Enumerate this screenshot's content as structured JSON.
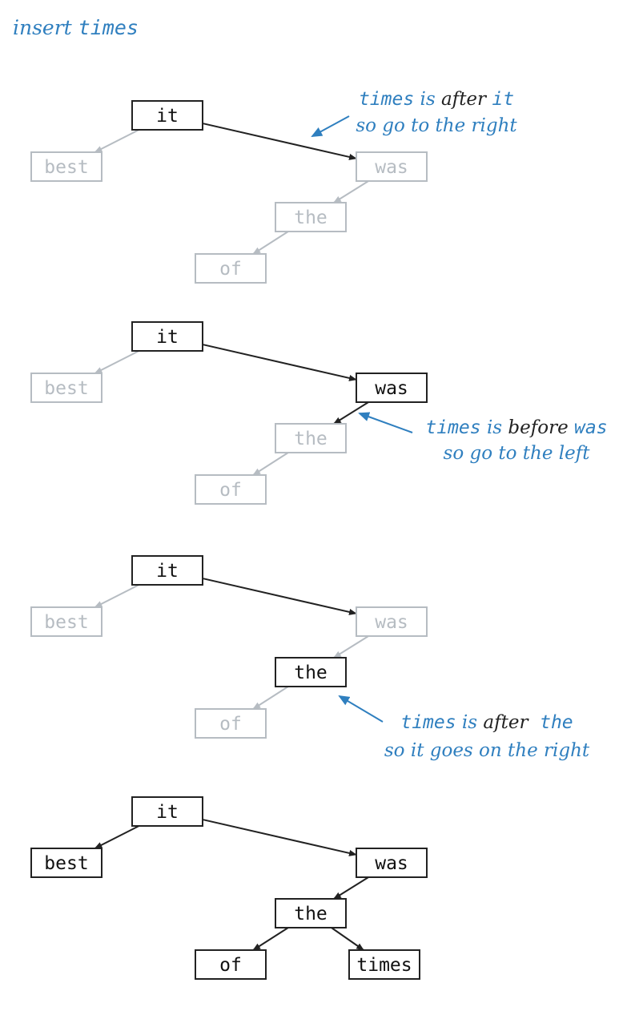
{
  "title": {
    "prefix": "insert ",
    "key": "times"
  },
  "colors": {
    "accent": "#2f7fbf",
    "active": "#222222",
    "faded": "#b6bcc2"
  },
  "steps": [
    {
      "nodes": [
        {
          "id": "it",
          "label": "it",
          "active": true
        },
        {
          "id": "best",
          "label": "best",
          "active": false
        },
        {
          "id": "was",
          "label": "was",
          "active": false
        },
        {
          "id": "the",
          "label": "the",
          "active": false
        },
        {
          "id": "of",
          "label": "of",
          "active": false
        }
      ],
      "edges": [
        {
          "from": "it",
          "to": "best",
          "active": false
        },
        {
          "from": "it",
          "to": "was",
          "active": true
        },
        {
          "from": "was",
          "to": "the",
          "active": false
        },
        {
          "from": "the",
          "to": "of",
          "active": false
        }
      ],
      "annotation": {
        "line1": [
          {
            "text": "times",
            "style": "code"
          },
          {
            "text": " is ",
            "style": "blue"
          },
          {
            "text": "after ",
            "style": "black"
          },
          {
            "text": "it",
            "style": "code"
          }
        ],
        "line2": [
          {
            "text": "so go to the right",
            "style": "blue"
          }
        ]
      }
    },
    {
      "nodes": [
        {
          "id": "it",
          "label": "it",
          "active": true
        },
        {
          "id": "best",
          "label": "best",
          "active": false
        },
        {
          "id": "was",
          "label": "was",
          "active": true
        },
        {
          "id": "the",
          "label": "the",
          "active": false
        },
        {
          "id": "of",
          "label": "of",
          "active": false
        }
      ],
      "edges": [
        {
          "from": "it",
          "to": "best",
          "active": false
        },
        {
          "from": "it",
          "to": "was",
          "active": true
        },
        {
          "from": "was",
          "to": "the",
          "active": true
        },
        {
          "from": "the",
          "to": "of",
          "active": false
        }
      ],
      "annotation": {
        "line1": [
          {
            "text": "times",
            "style": "code"
          },
          {
            "text": " is ",
            "style": "blue"
          },
          {
            "text": "before ",
            "style": "black"
          },
          {
            "text": "was",
            "style": "code"
          }
        ],
        "line2": [
          {
            "text": "so go to the left",
            "style": "blue"
          }
        ]
      }
    },
    {
      "nodes": [
        {
          "id": "it",
          "label": "it",
          "active": true
        },
        {
          "id": "best",
          "label": "best",
          "active": false
        },
        {
          "id": "was",
          "label": "was",
          "active": false
        },
        {
          "id": "the",
          "label": "the",
          "active": true
        },
        {
          "id": "of",
          "label": "of",
          "active": false
        }
      ],
      "edges": [
        {
          "from": "it",
          "to": "best",
          "active": false
        },
        {
          "from": "it",
          "to": "was",
          "active": true
        },
        {
          "from": "was",
          "to": "the",
          "active": false
        },
        {
          "from": "the",
          "to": "of",
          "active": false
        }
      ],
      "annotation": {
        "line1": [
          {
            "text": "times",
            "style": "code"
          },
          {
            "text": " is ",
            "style": "blue"
          },
          {
            "text": "after  ",
            "style": "black"
          },
          {
            "text": "the",
            "style": "code"
          }
        ],
        "line2": [
          {
            "text": "so it goes on the right",
            "style": "blue"
          }
        ]
      }
    },
    {
      "nodes": [
        {
          "id": "it",
          "label": "it",
          "active": true
        },
        {
          "id": "best",
          "label": "best",
          "active": true
        },
        {
          "id": "was",
          "label": "was",
          "active": true
        },
        {
          "id": "the",
          "label": "the",
          "active": true
        },
        {
          "id": "of",
          "label": "of",
          "active": true
        },
        {
          "id": "times",
          "label": "times",
          "active": true
        }
      ],
      "edges": [
        {
          "from": "it",
          "to": "best",
          "active": true
        },
        {
          "from": "it",
          "to": "was",
          "active": true
        },
        {
          "from": "was",
          "to": "the",
          "active": true
        },
        {
          "from": "the",
          "to": "of",
          "active": true
        },
        {
          "from": "the",
          "to": "times",
          "active": true
        }
      ],
      "annotation": null
    }
  ]
}
